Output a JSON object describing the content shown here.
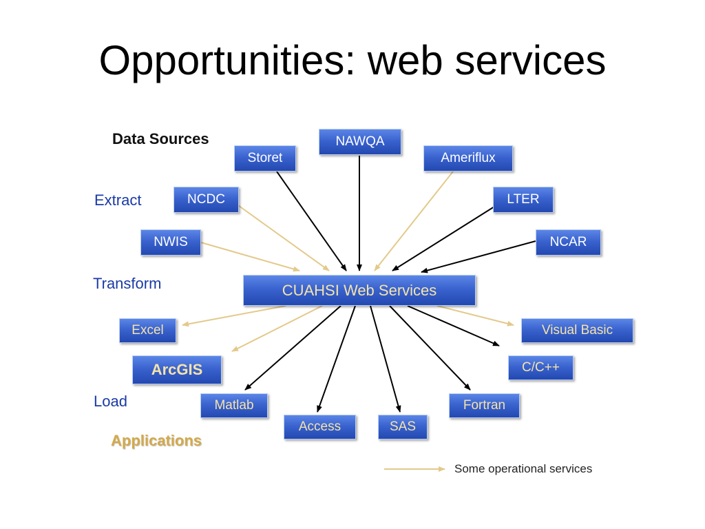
{
  "slide": {
    "title": "Opportunities: web services"
  },
  "labels": {
    "data_sources": "Data Sources",
    "extract": "Extract",
    "transform": "Transform",
    "load": "Load",
    "applications": "Applications"
  },
  "hub": {
    "label": "CUAHSI Web Services"
  },
  "sources": [
    {
      "label": "Storet",
      "operational": false
    },
    {
      "label": "NAWQA",
      "operational": false
    },
    {
      "label": "Ameriflux",
      "operational": true
    },
    {
      "label": "NCDC",
      "operational": true
    },
    {
      "label": "LTER",
      "operational": false
    },
    {
      "label": "NWIS",
      "operational": true
    },
    {
      "label": "NCAR",
      "operational": false
    }
  ],
  "apps": [
    {
      "label": "Excel",
      "operational": true
    },
    {
      "label": "Visual Basic",
      "operational": true
    },
    {
      "label": "ArcGIS",
      "operational": true
    },
    {
      "label": "C/C++",
      "operational": false
    },
    {
      "label": "Matlab",
      "operational": false
    },
    {
      "label": "Fortran",
      "operational": false
    },
    {
      "label": "Access",
      "operational": false
    },
    {
      "label": "SAS",
      "operational": false
    }
  ],
  "legend": {
    "text": "Some operational services"
  },
  "colors": {
    "box_top": "#5b86e6",
    "box_bottom": "#2348b0",
    "operational_arrow": "#e3c98a",
    "other_arrow": "#000000",
    "label_blue": "#1a3aa5",
    "label_gold": "#d4a94a"
  }
}
